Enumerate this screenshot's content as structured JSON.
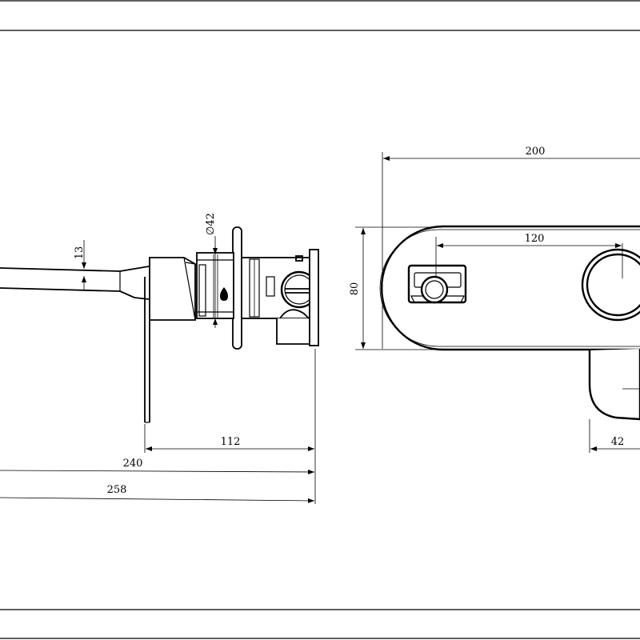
{
  "dimensions": {
    "side_view": {
      "handle_thickness": "13",
      "trim_diameter": "∅42",
      "body_depth": "112",
      "spout_reach": "240",
      "overall_length": "258"
    },
    "front_view": {
      "plate_width": "200",
      "plate_height": "80",
      "centers": "120",
      "handle_width": "42"
    }
  }
}
